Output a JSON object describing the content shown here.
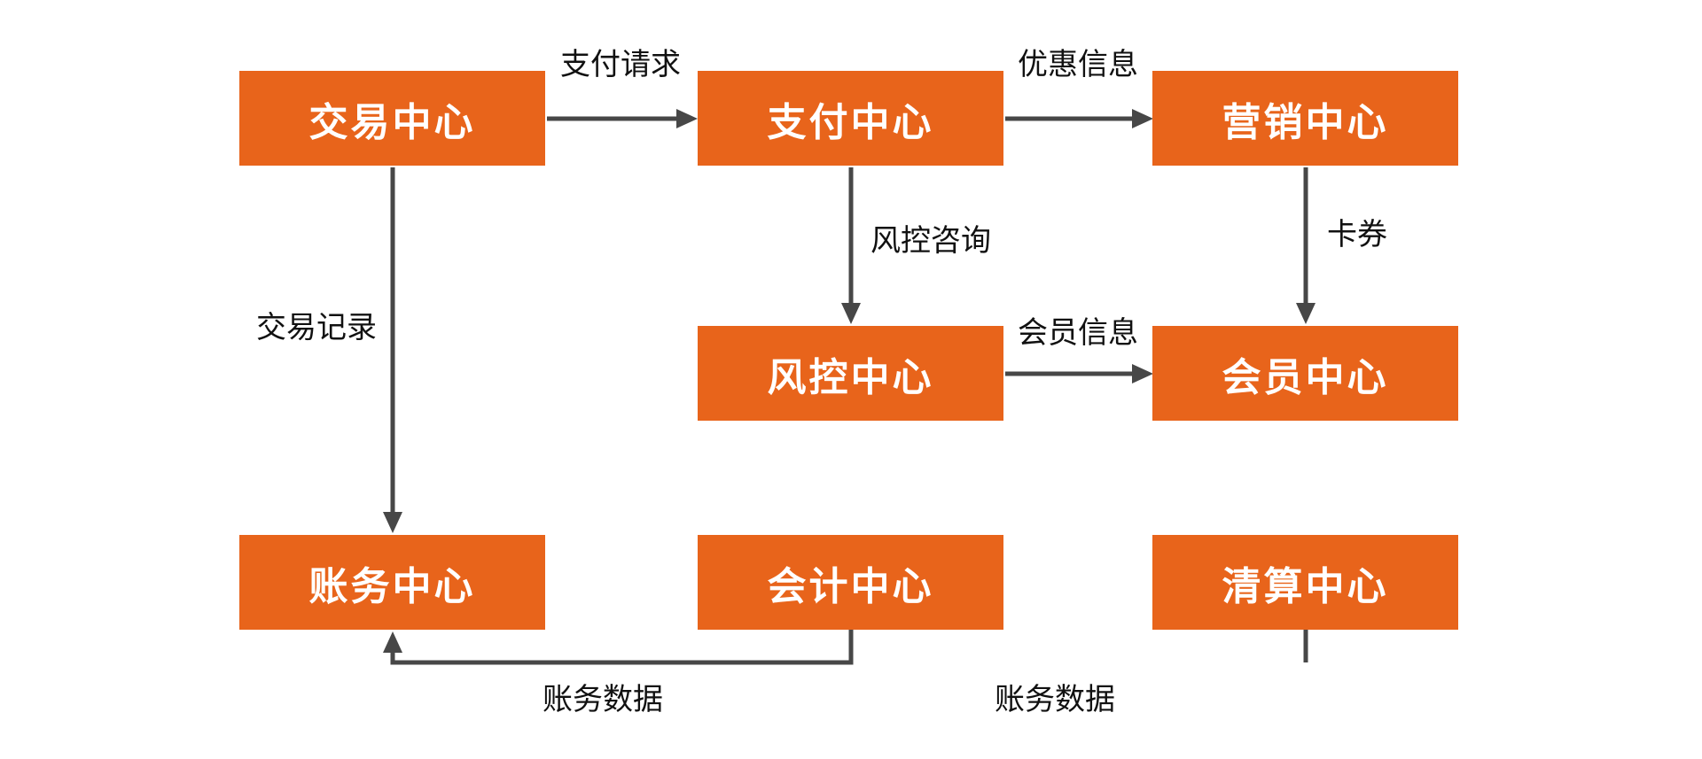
{
  "diagram": {
    "title_hint": "payment-system-architecture-flowchart",
    "nodes": [
      {
        "id": "trade-center",
        "label": "交易中心"
      },
      {
        "id": "payment-center",
        "label": "支付中心"
      },
      {
        "id": "marketing-center",
        "label": "营销中心"
      },
      {
        "id": "risk-center",
        "label": "风控中心"
      },
      {
        "id": "member-center",
        "label": "会员中心"
      },
      {
        "id": "billing-center",
        "label": "账务中心"
      },
      {
        "id": "accounting-center",
        "label": "会计中心"
      },
      {
        "id": "clearing-center",
        "label": "清算中心"
      }
    ],
    "edges": {
      "payment_request": "支付请求",
      "discount_info": "优惠信息",
      "risk_consult": "风控咨询",
      "card_coupon": "卡券",
      "member_info": "会员信息",
      "trade_record": "交易记录",
      "billing_data_left": "账务数据",
      "billing_data_right": "账务数据"
    },
    "connections": [
      {
        "from": "trade-center",
        "to": "payment-center",
        "label": "支付请求"
      },
      {
        "from": "payment-center",
        "to": "marketing-center",
        "label": "优惠信息"
      },
      {
        "from": "payment-center",
        "to": "risk-center",
        "label": "风控咨询"
      },
      {
        "from": "marketing-center",
        "to": "member-center",
        "label": "卡券"
      },
      {
        "from": "risk-center",
        "to": "member-center",
        "label": "会员信息"
      },
      {
        "from": "trade-center",
        "to": "billing-center",
        "label": "交易记录"
      },
      {
        "from": "accounting-center",
        "to": "billing-center",
        "label": "账务数据"
      },
      {
        "from": "clearing-center",
        "to": "billing-center",
        "label": "账务数据"
      }
    ],
    "colors": {
      "node_fill": "#E8641B",
      "node_text": "#FFFFFF",
      "arrow": "#474747",
      "label_text": "#111111",
      "background": "#FFFFFF"
    }
  }
}
